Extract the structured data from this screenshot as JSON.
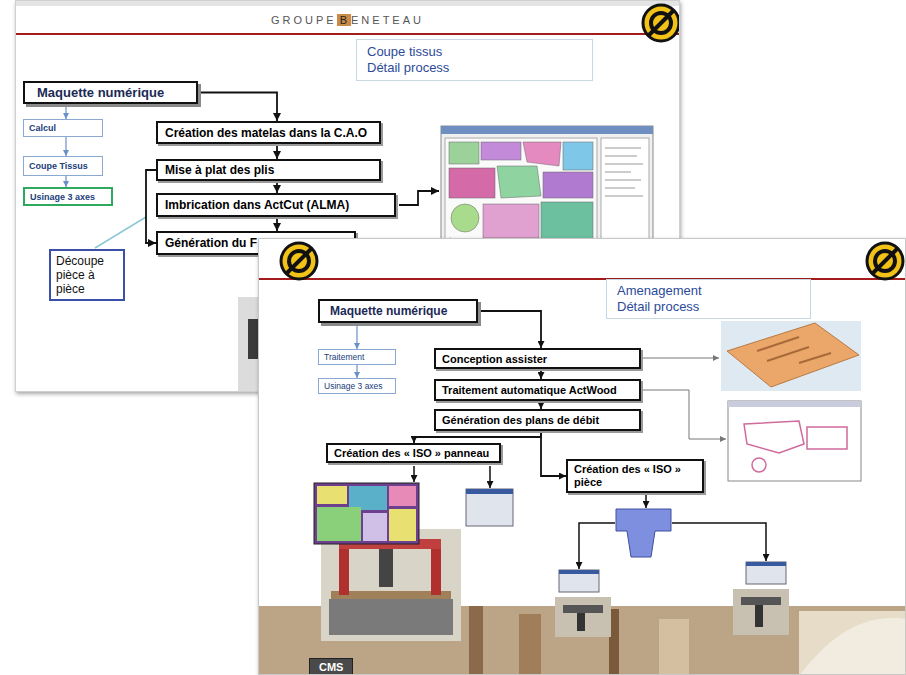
{
  "diagram": {
    "nodes": [
      {
        "text": [
          "Coupe tissus Détail process"
        ]
      },
      {
        "text": [
          "Maquette numérique"
        ]
      },
      {
        "text": [
          "Calcul"
        ]
      },
      {
        "text": [
          "Coupe Tissus"
        ]
      },
      {
        "text": [
          "Usinage 3 axes"
        ]
      },
      {
        "text": [
          "Création des matelas dans la C.A.O"
        ]
      },
      {
        "text": [
          "Mise à plat des plis"
        ]
      },
      {
        "text": [
          "Imbrication dans ActCut (ALMA)"
        ]
      },
      {
        "text": [
          "Génération du F"
        ]
      },
      {
        "text": [
          "Découpe pièce à pièce"
        ]
      },
      {
        "text": [
          "Amenagement Détail process"
        ]
      },
      {
        "text": [
          "Maquette numérique"
        ]
      },
      {
        "text": [
          "Traitement"
        ]
      },
      {
        "text": [
          "Usinage 3 axes"
        ]
      },
      {
        "text": [
          "Conception assister"
        ]
      },
      {
        "text": [
          "Traitement automatique ActWood"
        ]
      },
      {
        "text": [
          "Génération des plans de débit"
        ]
      },
      {
        "text": [
          "Création des « ISO » panneau"
        ]
      },
      {
        "text": [
          "Création des « ISO » pièce"
        ]
      }
    ],
    "edges": [
      {
        "from": 1,
        "to": 5,
        "arrow": "to"
      },
      {
        "from": 1,
        "to": 2,
        "arrow": "to"
      },
      {
        "from": 2,
        "to": 3,
        "arrow": "to"
      },
      {
        "from": 3,
        "to": 4,
        "arrow": "to"
      },
      {
        "from": 5,
        "to": 6,
        "arrow": "to"
      },
      {
        "from": 6,
        "to": 7,
        "arrow": "to"
      },
      {
        "from": 7,
        "to": 8,
        "arrow": "to"
      },
      {
        "from": 6,
        "to": 8,
        "arrow": "to"
      },
      {
        "from": 11,
        "to": 14,
        "arrow": "to"
      },
      {
        "from": 11,
        "to": 12,
        "arrow": "to"
      },
      {
        "from": 12,
        "to": 13,
        "arrow": "to"
      },
      {
        "from": 14,
        "to": 15,
        "arrow": "to"
      },
      {
        "from": 15,
        "to": 16,
        "arrow": "to"
      },
      {
        "from": 16,
        "to": 17,
        "arrow": "to"
      },
      {
        "from": 16,
        "to": 18,
        "arrow": "to"
      }
    ],
    "labels": [
      "GROUPE",
      "B",
      "ENETEAU",
      "GROUPE",
      "B",
      "ENETEAU",
      "CMS"
    ]
  }
}
